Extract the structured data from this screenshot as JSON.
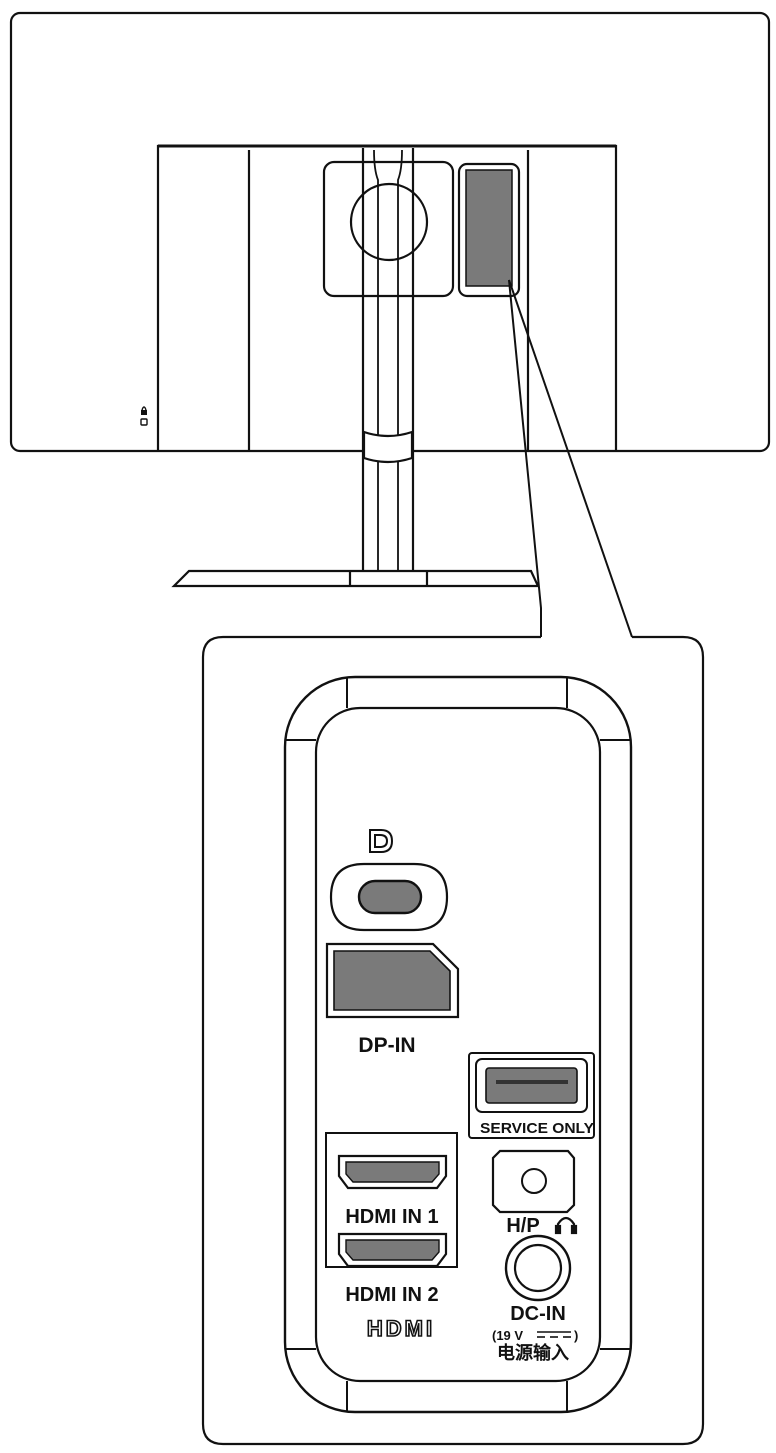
{
  "labels": {
    "dp_in": "DP-IN",
    "service_only": "SERVICE ONLY",
    "hdmi_in_1": "HDMI IN 1",
    "hdmi_in_2": "HDMI IN 2",
    "hp": "H/P",
    "dc_in": "DC-IN",
    "voltage": "(19 V",
    "voltage_close": ")",
    "power_input_cn": "电源输入",
    "hdmi_logo": "HDMI",
    "dp_logo": "D"
  },
  "colors": {
    "line": "#111111",
    "port_fill": "#7a7a7a",
    "background": "#ffffff"
  },
  "icons": [
    "lock-icon",
    "displayport-logo-icon",
    "hdmi-logo-icon",
    "headphone-icon",
    "dc-symbol-icon"
  ]
}
